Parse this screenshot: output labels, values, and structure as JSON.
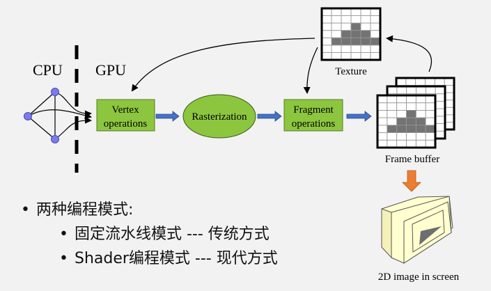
{
  "diagram": {
    "cpu_label": "CPU",
    "gpu_label": "GPU",
    "vertex_line1": "Vertex",
    "vertex_line2": "operations",
    "rasterization": "Rasterization",
    "fragment_line1": "Fragment",
    "fragment_line2": "operations",
    "texture_label": "Texture",
    "framebuffer_label": "Frame buffer",
    "screen_label": "2D image in screen",
    "colors": {
      "box_green": "#8cc63f",
      "arrow_blue": "#4472c4",
      "node_purple": "#7b7bf0",
      "orange": "#ed7d31",
      "monitor": "#ffffd0",
      "pixel_gray": "#737373"
    }
  },
  "bullets": {
    "main": "两种编程模式:",
    "sub1": "固定流水线模式 --- 传统方式",
    "sub2": "Shader编程模式 --- 现代方式"
  }
}
